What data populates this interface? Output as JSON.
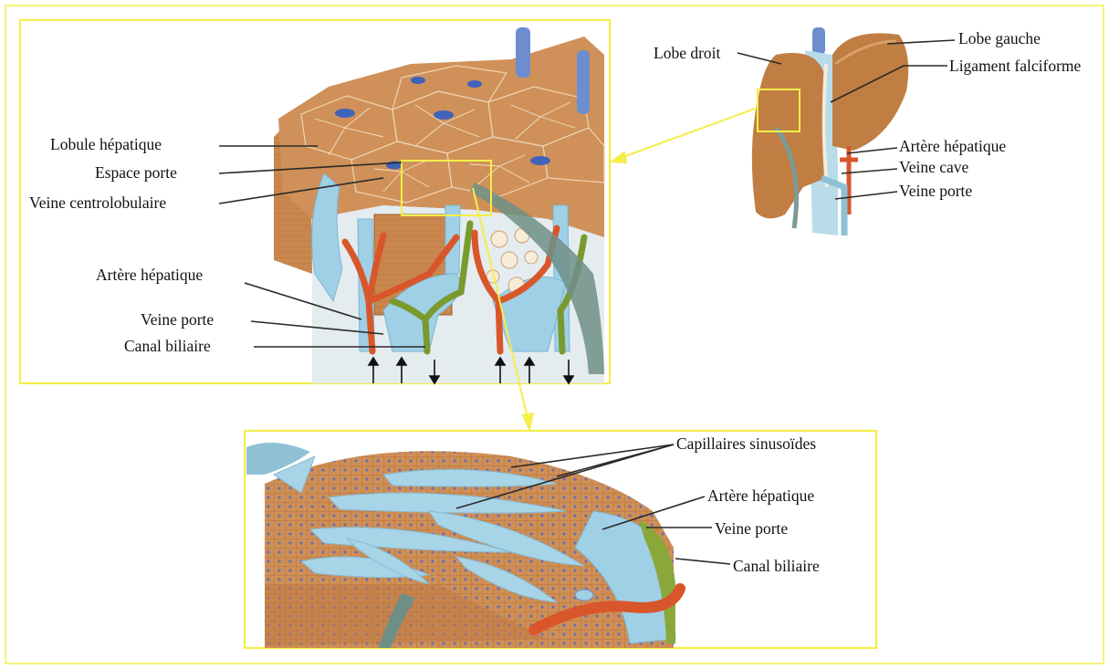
{
  "colors": {
    "frame": "#f4ee4a",
    "parenchyma": "#c98a4f",
    "portal_vein": "#9fd0e6",
    "hepatic_artery": "#d9562b",
    "bile_duct": "#7a9a2e",
    "central_vein": "#3f63b8"
  },
  "lobule_panel": {
    "labels": {
      "lobule": "Lobule hépatique",
      "portal_space": "Espace porte",
      "central_vein": "Veine centrolobulaire",
      "hepatic_artery": "Artère hépatique",
      "portal_vein": "Veine porte",
      "bile_duct": "Canal biliaire"
    }
  },
  "liver_panel": {
    "labels": {
      "right_lobe": "Lobe droit",
      "left_lobe": "Lobe gauche",
      "falciform_ligament": "Ligament falciforme",
      "hepatic_artery": "Artère hépatique",
      "vena_cava": "Veine cave",
      "portal_vein": "Veine porte"
    }
  },
  "sinusoid_panel": {
    "labels": {
      "sinusoids": "Capillaires sinusoïdes",
      "hepatic_artery": "Artère hépatique",
      "portal_vein": "Veine porte",
      "bile_duct": "Canal biliaire"
    }
  }
}
